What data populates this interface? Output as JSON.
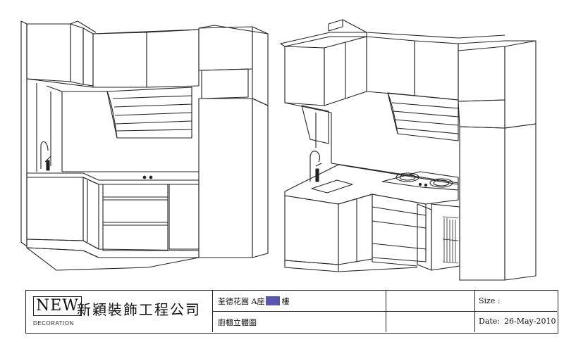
{
  "title_block": {
    "logo_new": "NEW",
    "logo_decoration": "DECORATION",
    "company_name": "新穎裝飾工程公司",
    "project_prefix": "荃德花園 A座",
    "project_suffix": "樓",
    "drawing_name": "廚櫃立體圖",
    "size_label": "Size :",
    "size_value": "",
    "date_label": "Date:",
    "date_value": "26-May-2010"
  },
  "colors": {
    "line": "#222222",
    "redaction": "#5a57b0"
  }
}
